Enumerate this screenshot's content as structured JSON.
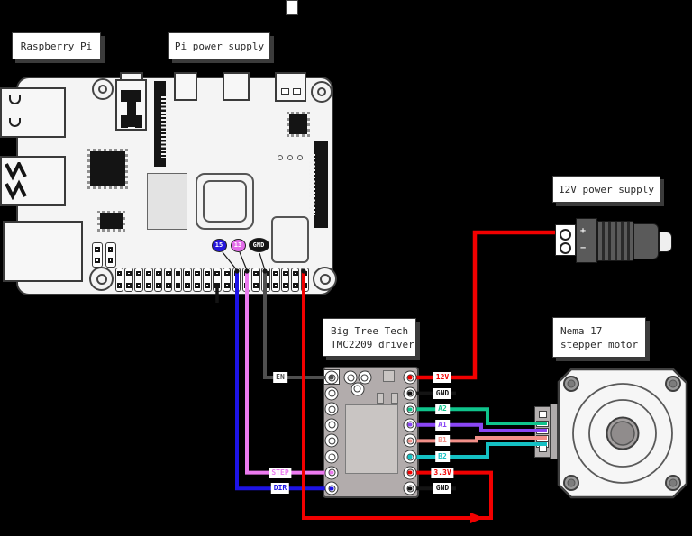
{
  "labels": {
    "raspberry_pi": "Raspberry Pi",
    "pi_power_supply": "Pi power supply",
    "twelve_v_power_supply": "12V power supply",
    "nema_line1": "Nema 17",
    "nema_line2": "stepper motor",
    "driver_line1": "Big Tree Tech",
    "driver_line2": "TMC2209 driver"
  },
  "pi": {
    "gpio_badges": [
      {
        "label": "15",
        "color": "#2517dd"
      },
      {
        "label": "13",
        "color": "#e36cea"
      },
      {
        "label": "GND",
        "color": "#141414"
      }
    ]
  },
  "driver": {
    "left_labels": [
      {
        "label": "EN",
        "color": "#4f4f4f"
      },
      {
        "label": "STEP",
        "color": "#ec7af0"
      },
      {
        "label": "DIR",
        "color": "#1d13e6"
      }
    ],
    "left_pin_dots": [
      "#4f4f4f",
      "#ffffff",
      "#ffffff",
      "#ffffff",
      "#ffffff",
      "#ffffff",
      "#ec7af0",
      "#1d13e6"
    ],
    "right_pins": [
      {
        "label": "12V",
        "color": "#f20000"
      },
      {
        "label": "GND",
        "color": "#141414"
      },
      {
        "label": "A2",
        "color": "#0fc48c"
      },
      {
        "label": "A1",
        "color": "#8a46f5"
      },
      {
        "label": "B1",
        "color": "#f29089"
      },
      {
        "label": "B2",
        "color": "#14c1c4"
      },
      {
        "label": "3.3V",
        "color": "#f20000"
      },
      {
        "label": "GND",
        "color": "#141414"
      }
    ]
  },
  "power_supply": {
    "plus": "+",
    "minus": "−"
  },
  "colors": {
    "red": "#f20000",
    "blue": "#1d13e6",
    "magenta": "#ec7af0",
    "gray": "#4f4f4f",
    "green": "#0fc48c",
    "purple": "#8a46f5",
    "salmon": "#f29089",
    "teal": "#14c1c4",
    "black": "#141414"
  }
}
